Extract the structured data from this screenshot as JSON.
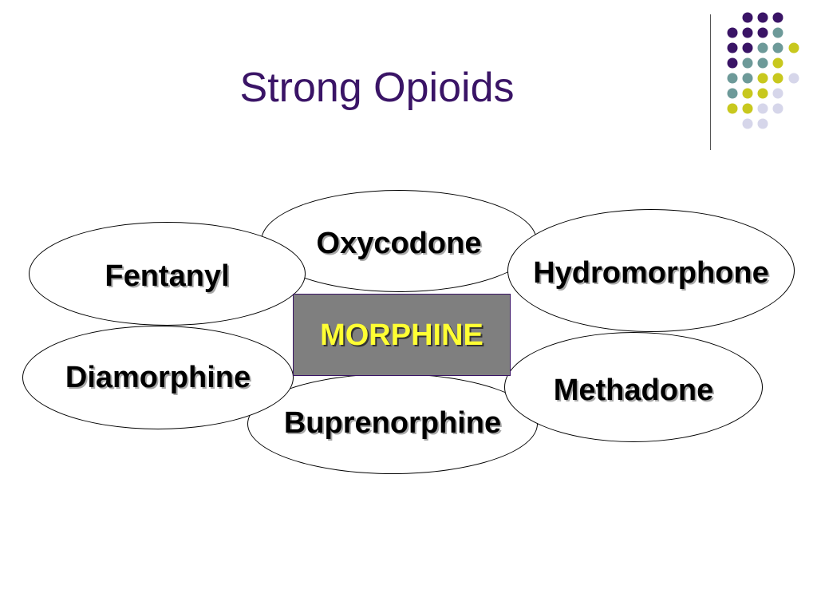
{
  "slide": {
    "title": "Strong Opioids"
  },
  "diagram": {
    "center": "MORPHINE",
    "nodes": {
      "oxycodone": "Oxycodone",
      "fentanyl": "Fentanyl",
      "hydromorphone": "Hydromorphone",
      "diamorphine": "Diamorphine",
      "methadone": "Methadone",
      "buprenorphine": "Buprenorphine"
    }
  },
  "colors": {
    "title": "#3a1466",
    "center_fill": "#7f7f7f",
    "center_text": "#ffff33",
    "dot_purple": "#3a1466",
    "dot_teal": "#6d9a99",
    "dot_yellow": "#c8c81e",
    "dot_lavender": "#d6d6ea"
  }
}
